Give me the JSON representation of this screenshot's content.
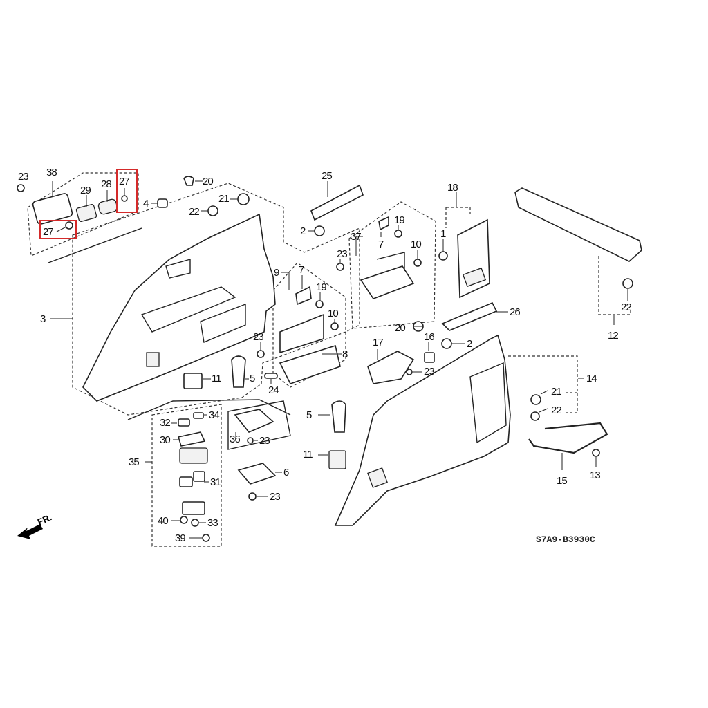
{
  "diagram": {
    "drawing_code": "S7A9-B3930C",
    "direction_indicator": "FR.",
    "highlight_color": "#d42a2a",
    "highlighted_part": "27",
    "callouts": [
      {
        "id": "c-23a",
        "label": "23"
      },
      {
        "id": "c-38",
        "label": "38"
      },
      {
        "id": "c-29",
        "label": "29"
      },
      {
        "id": "c-28",
        "label": "28"
      },
      {
        "id": "c-27a",
        "label": "27"
      },
      {
        "id": "c-27b",
        "label": "27"
      },
      {
        "id": "c-20a",
        "label": "20"
      },
      {
        "id": "c-4",
        "label": "4"
      },
      {
        "id": "c-21a",
        "label": "21"
      },
      {
        "id": "c-22a",
        "label": "22"
      },
      {
        "id": "c-25",
        "label": "25"
      },
      {
        "id": "c-2a",
        "label": "2"
      },
      {
        "id": "c-37",
        "label": "37"
      },
      {
        "id": "c-7a",
        "label": "7"
      },
      {
        "id": "c-19a",
        "label": "19"
      },
      {
        "id": "c-7b",
        "label": "7"
      },
      {
        "id": "c-10a",
        "label": "10"
      },
      {
        "id": "c-23b",
        "label": "23"
      },
      {
        "id": "c-9",
        "label": "9"
      },
      {
        "id": "c-7c",
        "label": "7"
      },
      {
        "id": "c-19b",
        "label": "19"
      },
      {
        "id": "c-10b",
        "label": "10"
      },
      {
        "id": "c-18",
        "label": "18"
      },
      {
        "id": "c-1",
        "label": "1"
      },
      {
        "id": "c-26",
        "label": "26"
      },
      {
        "id": "c-3",
        "label": "3"
      },
      {
        "id": "c-23c",
        "label": "23"
      },
      {
        "id": "c-8",
        "label": "8"
      },
      {
        "id": "c-11a",
        "label": "11"
      },
      {
        "id": "c-5a",
        "label": "5"
      },
      {
        "id": "c-24",
        "label": "24"
      },
      {
        "id": "c-20b",
        "label": "20"
      },
      {
        "id": "c-16",
        "label": "16"
      },
      {
        "id": "c-2b",
        "label": "2"
      },
      {
        "id": "c-17",
        "label": "17"
      },
      {
        "id": "c-23d",
        "label": "23"
      },
      {
        "id": "c-22b",
        "label": "22"
      },
      {
        "id": "c-12",
        "label": "12"
      },
      {
        "id": "c-14",
        "label": "14"
      },
      {
        "id": "c-21b",
        "label": "21"
      },
      {
        "id": "c-22c",
        "label": "22"
      },
      {
        "id": "c-15",
        "label": "15"
      },
      {
        "id": "c-13",
        "label": "13"
      },
      {
        "id": "c-5b",
        "label": "5"
      },
      {
        "id": "c-11b",
        "label": "11"
      },
      {
        "id": "c-32",
        "label": "32"
      },
      {
        "id": "c-34",
        "label": "34"
      },
      {
        "id": "c-30",
        "label": "30"
      },
      {
        "id": "c-35",
        "label": "35"
      },
      {
        "id": "c-31",
        "label": "31"
      },
      {
        "id": "c-40",
        "label": "40"
      },
      {
        "id": "c-33",
        "label": "33"
      },
      {
        "id": "c-39",
        "label": "39"
      },
      {
        "id": "c-36",
        "label": "36"
      },
      {
        "id": "c-23e",
        "label": "23"
      },
      {
        "id": "c-6",
        "label": "6"
      },
      {
        "id": "c-23f",
        "label": "23"
      }
    ]
  }
}
